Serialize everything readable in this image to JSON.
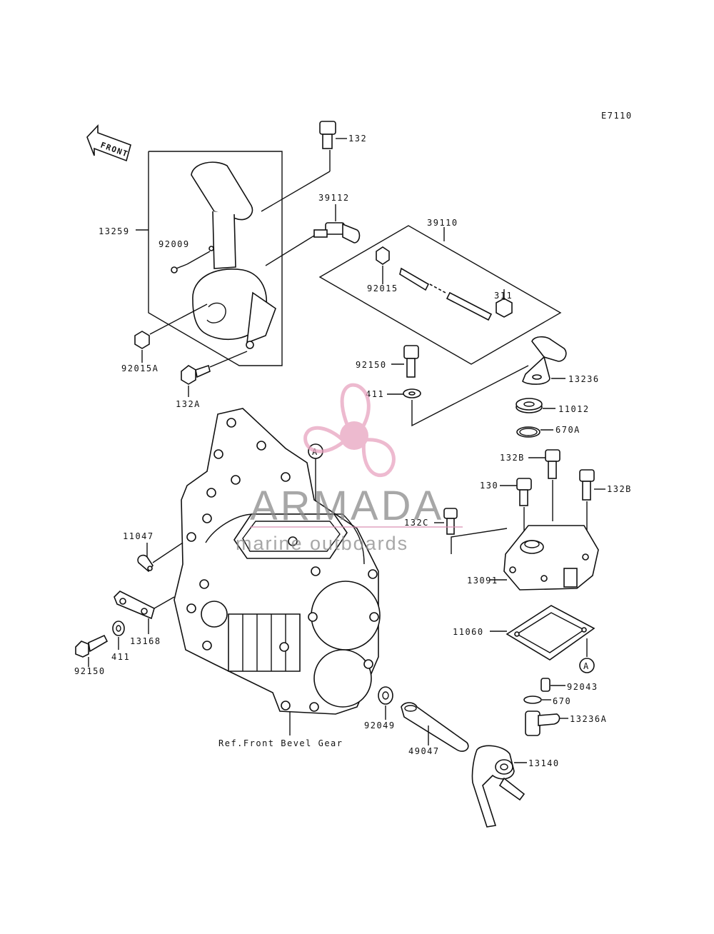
{
  "diagram": {
    "code": "E7110",
    "front_label": "FRONT",
    "ref_label": "Ref.Front Bevel Gear",
    "part_labels": {
      "p132": "132",
      "p39112": "39112",
      "p39110": "39110",
      "p13259": "13259",
      "p92009": "92009",
      "p92015": "92015",
      "p311": "311",
      "p92015A": "92015A",
      "p132A": "132A",
      "p92150_top": "92150",
      "p13236": "13236",
      "p411_top": "411",
      "p11012": "11012",
      "p670A": "670A",
      "p132B_top": "132B",
      "p130": "130",
      "p132B_right": "132B",
      "p132C": "132C",
      "p11047": "11047",
      "p13091": "13091",
      "p13168": "13168",
      "p11060": "11060",
      "p92150_bottom": "92150",
      "p411_bottom": "411",
      "p92043": "92043",
      "p670": "670",
      "p13236A": "13236A",
      "p92049": "92049",
      "p49047": "49047",
      "p13140": "13140",
      "ref_a_left": "A",
      "ref_a_right": "A"
    },
    "watermark": {
      "title": "ARMADA",
      "subtitle": "marine outboards",
      "color": "#e8a3c0"
    }
  }
}
